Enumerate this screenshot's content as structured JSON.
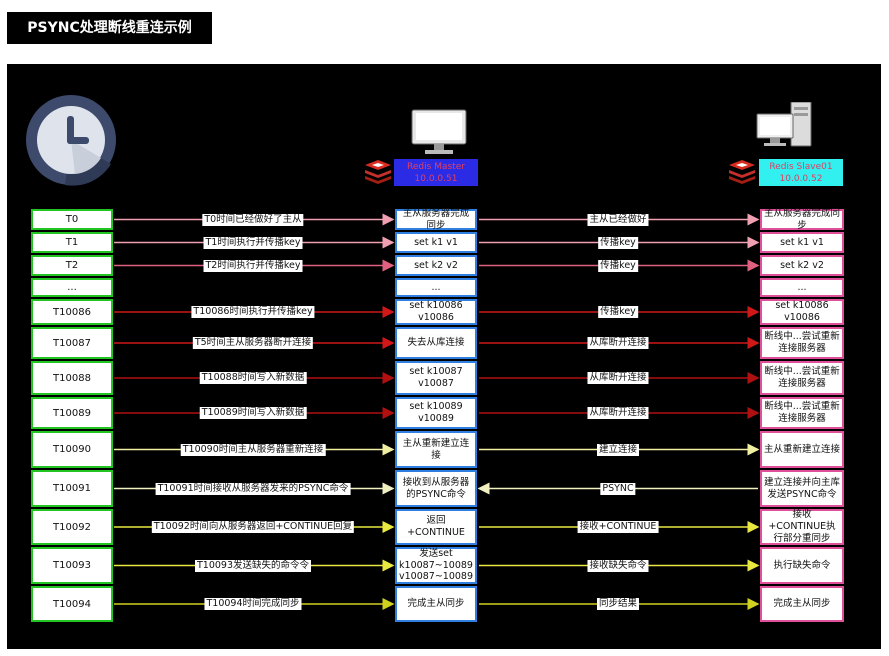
{
  "header": {
    "title": "PSYNC处理断线重连示例"
  },
  "master": {
    "name": "Redis Master",
    "ip": "10.0.0.51",
    "color": "#2b2be6",
    "text_color": "#e04060"
  },
  "slave": {
    "name": "Redis Slave01",
    "ip": "10.0.0.52",
    "color": "#33f0f0",
    "text_color": "#e04060"
  },
  "colors": {
    "time_border": "#22c522",
    "master_border": "#2e7fe0",
    "slave_border": "#e0509a"
  },
  "icons": {
    "clock": "clock-icon",
    "master_computer": "desktop-computer-icon",
    "slave_computer": "workstation-computer-icon",
    "redis_logo": "redis-logo-icon"
  },
  "rows": [
    {
      "time": "T0",
      "left_label": "T0时间已经做好了主从",
      "master": "主从服务器完成同步",
      "right_label": "主从已经做好",
      "slave": "主从服务器完成同步",
      "color": "#f0a0b0"
    },
    {
      "time": "T1",
      "left_label": "T1时间执行并传播key",
      "master": "set k1 v1",
      "right_label": "传播key",
      "slave": "set k1 v1",
      "color": "#f0a0b0"
    },
    {
      "time": "T2",
      "left_label": "T2时间执行并传播key",
      "master": "set k2 v2",
      "right_label": "传播key",
      "slave": "set k2 v2",
      "color": "#e06080"
    },
    {
      "time": "...",
      "left_label": "",
      "master": "...",
      "right_label": "",
      "slave": "...",
      "color": "#ffffff"
    },
    {
      "time": "T10086",
      "left_label": "T10086时间执行并传播key",
      "master": "set k10086 v10086",
      "right_label": "传播key",
      "slave": "set k10086 v10086",
      "color": "#d01818"
    },
    {
      "time": "T10087",
      "left_label": "T5时间主从服务器断开连接",
      "master": "失去从库连接",
      "right_label": "从库断开连接",
      "slave": "断线中...尝试重新连接服务器",
      "color": "#d01818"
    },
    {
      "time": "T10088",
      "left_label": "T10088时间写入新数据",
      "master": "set k10087 v10087",
      "right_label": "从库断开连接",
      "slave": "断线中...尝试重新连接服务器",
      "color": "#b01010"
    },
    {
      "time": "T10089",
      "left_label": "T10089时间写入新数据",
      "master": "set k10089 v10089",
      "right_label": "从库断开连接",
      "slave": "断线中...尝试重新连接服务器",
      "color": "#b01010"
    },
    {
      "time": "T10090",
      "left_label": "T10090时间主从服务器重新连接",
      "master": "主从重新建立连接",
      "right_label": "建立连接",
      "slave": "主从重新建立连接",
      "color": "#f0f0a0"
    },
    {
      "time": "T10091",
      "left_label": "T10091时间接收从服务器发来的PSYNC命令",
      "master": "接收到从服务器的PSYNC命令",
      "right_label": "PSYNC",
      "slave": "建立连接并向主库发送PSYNC命令",
      "color": "#f0f0c0",
      "reverse": true
    },
    {
      "time": "T10092",
      "left_label": "T10092时间向从服务器返回+CONTINUE回复",
      "master": "返回 +CONTINUE",
      "right_label": "接收+CONTINUE",
      "slave": "接收+CONTINUE执行部分重同步",
      "color": "#e8e840"
    },
    {
      "time": "T10093",
      "left_label": "T10093发送缺失的命令令",
      "master": "发送set k10087~10089 v10087~10089",
      "right_label": "接收缺失命令",
      "slave": "执行缺失命令",
      "color": "#e8e840"
    },
    {
      "time": "T10094",
      "left_label": "T10094时间完成同步",
      "master": "完成主从同步",
      "right_label": "同步结果",
      "slave": "完成主从同步",
      "color": "#d0d020"
    }
  ]
}
